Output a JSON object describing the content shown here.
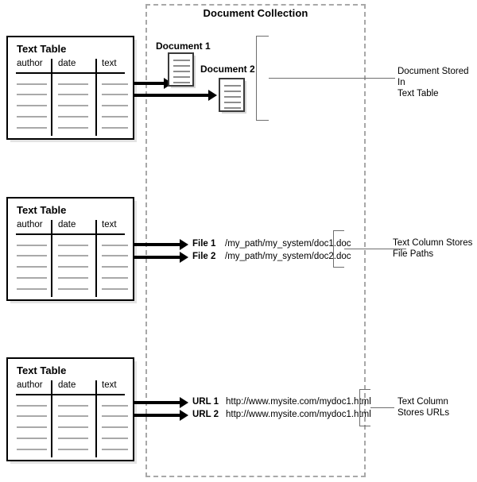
{
  "diagram": {
    "collection": {
      "title": "Document Collection"
    },
    "table_template": {
      "title": "Text Table",
      "columns": [
        "author",
        "date",
        "text"
      ],
      "row_count": 5
    },
    "sections": [
      {
        "id": "documents-stored",
        "table_title": "Text Table",
        "documents": [
          {
            "label": "Document 1"
          },
          {
            "label": "Document 2"
          }
        ],
        "callout": "Document Stored In\nText Table"
      },
      {
        "id": "file-paths",
        "table_title": "Text Table",
        "entries": [
          {
            "key": "File 1",
            "value": "/my_path/my_system/doc1.doc"
          },
          {
            "key": "File 2",
            "value": "/my_path/my_system/doc2.doc"
          }
        ],
        "callout": "Text Column Stores\nFile Paths"
      },
      {
        "id": "urls",
        "table_title": "Text Table",
        "entries": [
          {
            "key": "URL 1",
            "value": "http://www.mysite.com/mydoc1.html"
          },
          {
            "key": "URL 2",
            "value": "http://www.mysite.com/mydoc1.html"
          }
        ],
        "callout": "Text Column\nStores URLs"
      }
    ],
    "colors": {
      "outline": "#000000",
      "rule": "#a9a9a9",
      "dashed_border": "#a8a8a8",
      "bracket": "#6e6e6e",
      "document_border": "#3a3a3a",
      "background": "#ffffff"
    }
  }
}
